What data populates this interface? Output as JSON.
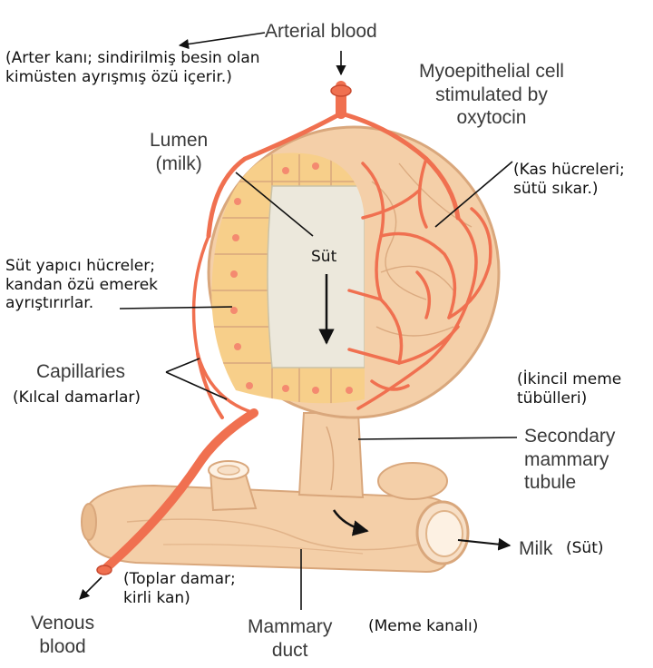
{
  "labels": {
    "arterial_blood": "Arterial blood",
    "arterial_blood_tr": "(Arter kanı; sindirilmiş besin olan\nkimüsten ayrışmış özü içerir.)",
    "myoepithelial_cell": "Myoepithelial cell\nstimulated by\noxytocin",
    "myoepithelial_cell_tr": "(Kas hücreleri;\nsütü sıkar.)",
    "lumen": "Lumen\n(milk)",
    "lumen_tr": "Süt",
    "secretory_cells_tr": "Süt yapıcı hücreler;\nkandan özü emerek\nayrıştırırlar.",
    "capillaries": "Capillaries",
    "capillaries_tr": "(Kılcal damarlar)",
    "secondary_tubule_tr": "(İkincil meme\ntübülleri)",
    "secondary_tubule": "Secondary\nmammary\ntubule",
    "milk": "Milk",
    "milk_tr": "(Süt)",
    "venous_blood_tr": "(Toplar damar;\nkirli kan)",
    "venous_blood": "Venous\nblood",
    "mammary_duct": "Mammary\nduct",
    "mammary_duct_tr": "(Meme kanalı)"
  },
  "colors": {
    "vessel": "#f07050",
    "vessel_dark": "#c84a30",
    "tissue": "#f4cfa8",
    "tissue_dark": "#d9a77c",
    "cell_fill": "#f7cf8a",
    "nucleus": "#f48a70",
    "lumen": "#ece8dc",
    "arrow": "#111111"
  }
}
